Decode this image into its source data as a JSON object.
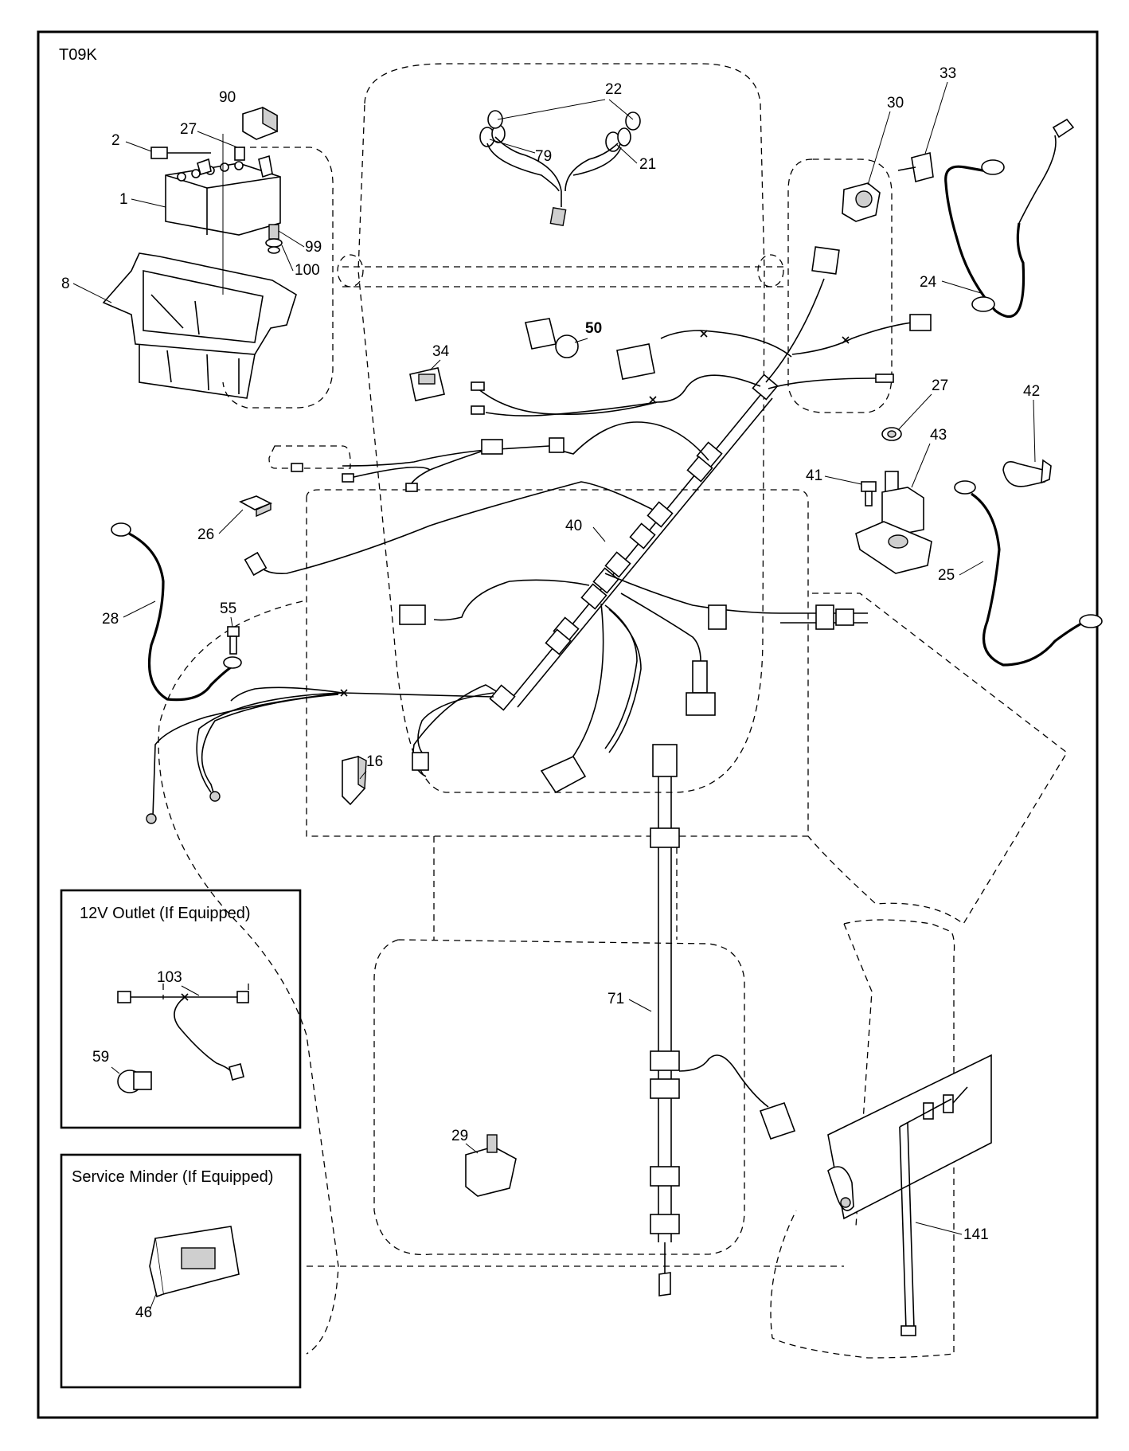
{
  "diagram_code": "T09K",
  "inset_boxes": {
    "outlet_title": "12V Outlet (If Equipped)",
    "service_title": "Service Minder (If Equipped)"
  },
  "callouts": {
    "c90": "90",
    "c2": "2",
    "c27a": "27",
    "c1": "1",
    "c99": "99",
    "c100": "100",
    "c8": "8",
    "c22": "22",
    "c79": "79",
    "c21": "21",
    "c30": "30",
    "c33": "33",
    "c24": "24",
    "c50": "50",
    "c34": "34",
    "c27b": "27",
    "c42": "42",
    "c43": "43",
    "c41": "41",
    "c25": "25",
    "c26": "26",
    "c40": "40",
    "c28": "28",
    "c55": "55",
    "c16": "16",
    "c103": "103",
    "c59": "59",
    "c71": "71",
    "c29": "29",
    "c141": "141",
    "c46": "46"
  }
}
